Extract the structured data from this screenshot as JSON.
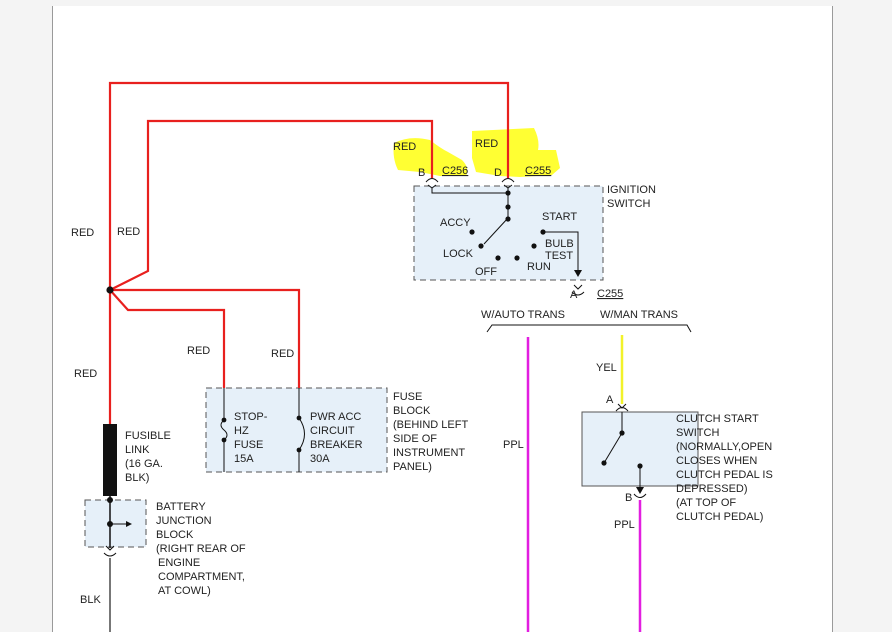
{
  "colors": {
    "red_wire": "#e8201e",
    "black_wire": "#111111",
    "purple_wire": "#e21ee0",
    "yellow_wire": "#f2f22a",
    "grey_wire": "#777777",
    "highlight": "#ffff33",
    "box_fill": "#e6f0f9",
    "box_border": "#555555"
  },
  "wire_labels": {
    "red_left": "RED",
    "red_left2": "RED",
    "red_mid": "RED",
    "red_fuse_stop": "RED",
    "red_fuse_pwr": "RED",
    "red_c256": "RED",
    "red_c255": "RED",
    "blk": "BLK",
    "ppl_auto": "PPL",
    "ppl_clutch": "PPL",
    "yel": "YEL"
  },
  "connectors": {
    "b_pin": "B",
    "c256": "C256",
    "d_pin": "D",
    "c255_top": "C255",
    "a_pin": "A",
    "c255_bottom": "C255",
    "clutch_a": "A",
    "clutch_b": "B"
  },
  "ignition": {
    "title_line1": "IGNITION",
    "title_line2": "SWITCH",
    "accy": "ACCY",
    "start": "START",
    "lock": "LOCK",
    "bulb": "BULB",
    "test": "TEST",
    "off": "OFF",
    "run": "RUN"
  },
  "transmission": {
    "auto": "W/AUTO TRANS",
    "man": "W/MAN TRANS"
  },
  "fusible_link": [
    "FUSIBLE",
    "LINK",
    "(16 GA.",
    "BLK)"
  ],
  "battery_junction": [
    "BATTERY",
    "JUNCTION",
    "BLOCK",
    "(RIGHT REAR OF",
    "ENGINE",
    "COMPARTMENT,",
    "AT COWL)"
  ],
  "fuse_block": [
    "FUSE",
    "BLOCK",
    "(BEHIND LEFT",
    "SIDE OF",
    "INSTRUMENT",
    "PANEL)"
  ],
  "fuse_stop": [
    "STOP-",
    "HZ",
    "FUSE",
    "15A"
  ],
  "fuse_pwr": [
    "PWR ACC",
    "CIRCUIT",
    "BREAKER",
    "30A"
  ],
  "clutch_switch": [
    "CLUTCH START",
    "SWITCH",
    "(NORMALLY,OPEN",
    "CLOSES WHEN",
    "CLUTCH PEDAL IS",
    "DEPRESSED)",
    "(AT TOP OF",
    "CLUTCH PEDAL)"
  ]
}
